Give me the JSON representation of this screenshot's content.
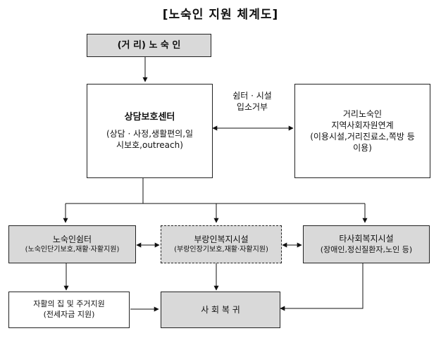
{
  "title": "[노숙인 지원 체계도]",
  "boxes": {
    "street": "(거 리) 노 숙 인",
    "counsel": {
      "title": "상담보호센터",
      "sub1": "(상담 · 사정,생활편의,일",
      "sub2": "시보호,outreach)"
    },
    "resources": {
      "line1": "거리노숙인",
      "line2": "지역사회자원연계",
      "line3": "(이용시설,거리진료소,쪽방  등",
      "line4": "이용)"
    },
    "shelter": {
      "line1": "노숙인쉼터",
      "line2": "(노숙인단기보호,재활·자활지원)"
    },
    "vagrant": {
      "line1": "부랑인복지시설",
      "line2": "(부랑인장기보호,재활·자활지원)"
    },
    "other": {
      "line1": "타사회복지시설",
      "line2": "(장애인,정신질환자,노인  등)"
    },
    "housing": {
      "line1": "자활의 집 및 주거지원",
      "line2": "(전세자금 지원)"
    },
    "return": "사 회 복 귀"
  },
  "edge_label": {
    "line1": "쉼터 · 시설",
    "line2": "입소거부"
  }
}
